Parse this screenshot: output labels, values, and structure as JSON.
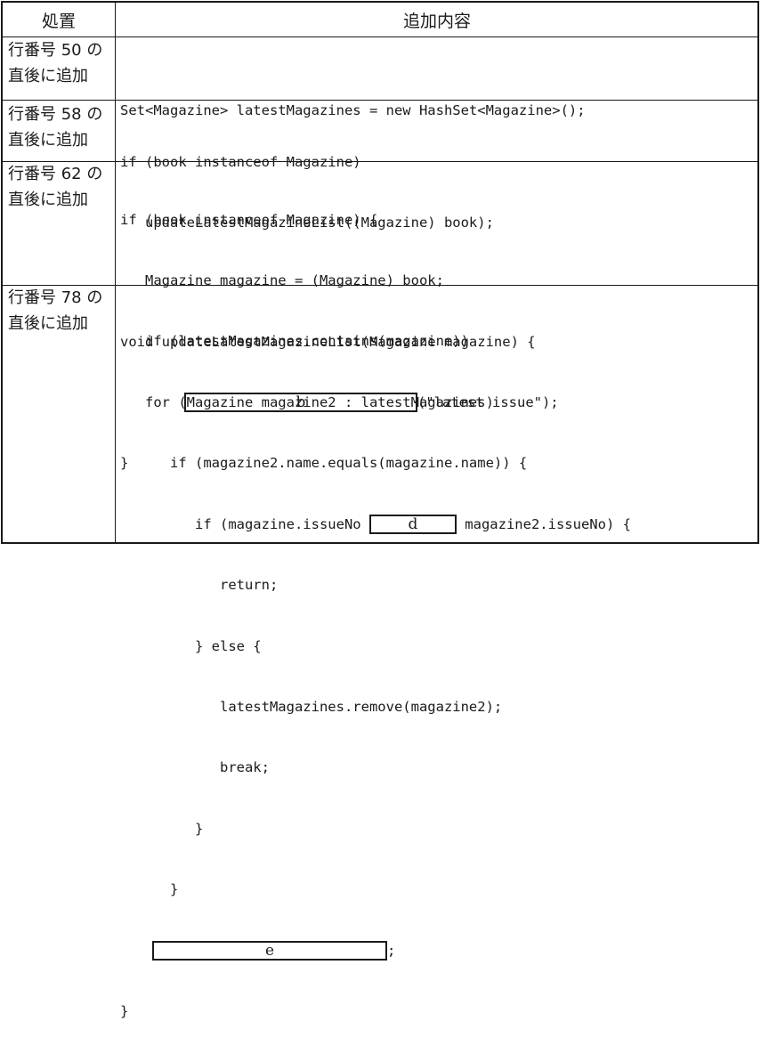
{
  "header": {
    "action": "処置",
    "content": "追加内容"
  },
  "rows": [
    {
      "action": [
        "行番号 50 の",
        "直後に追加"
      ],
      "code": [
        "Set<Magazine> latestMagazines = new HashSet<Magazine>();"
      ]
    },
    {
      "action": [
        "行番号 58 の",
        "直後に追加"
      ],
      "code": [
        "if (book instanceof Magazine)",
        "   updateLatestMagazineList((Magazine) book);"
      ]
    },
    {
      "action": [
        "行番号 62 の",
        "直後に追加"
      ],
      "code": [
        "if (book instanceof Magazine) {",
        "   Magazine magazine = (Magazine) book;",
        "   if (latestMagazines.contains(magazine))",
        "      ",
        "}"
      ],
      "blank_b": "b",
      "after_b": "(\"latest issue\");"
    },
    {
      "action": [
        "行番号 78 の",
        "直後に追加"
      ],
      "code": [
        "void updateLatestMagazineList(Magazine magazine) {",
        "   for (Magazine magazine2 : latestMagazines)",
        "      if (magazine2.name.equals(magazine.name)) {",
        "         if (magazine.issueNo ",
        "            return;",
        "         } else {",
        "            latestMagazines.remove(magazine2);",
        "            break;",
        "         }",
        "      }",
        "   ",
        "}"
      ],
      "blank_d": "d",
      "after_d": " magazine2.issueNo) {",
      "blank_e": "e",
      "after_e": ";"
    }
  ]
}
